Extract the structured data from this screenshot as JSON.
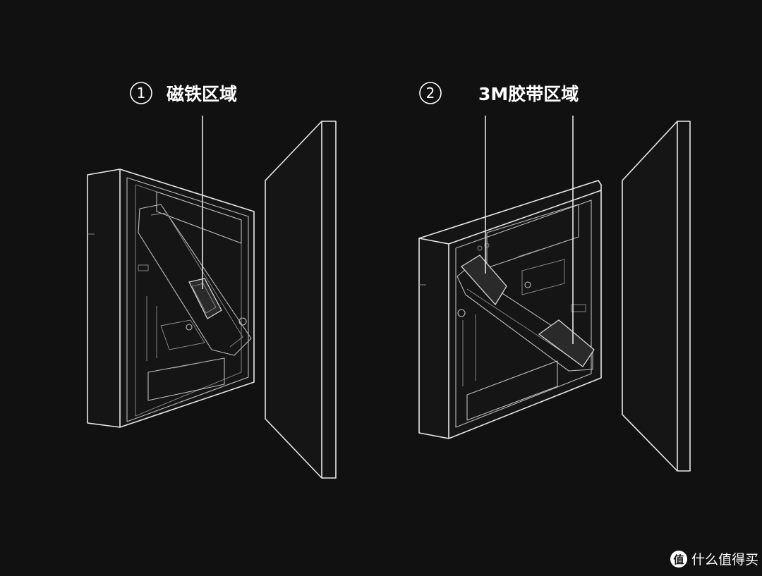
{
  "callouts": [
    {
      "number": "1",
      "text": "磁铁区域"
    },
    {
      "number": "2",
      "text": "3M胶带区域"
    }
  ],
  "watermark": {
    "icon": "zhi-logo-icon",
    "text": "什么值得买"
  },
  "colors": {
    "background": "#111112",
    "line": "#e8e8e8"
  }
}
